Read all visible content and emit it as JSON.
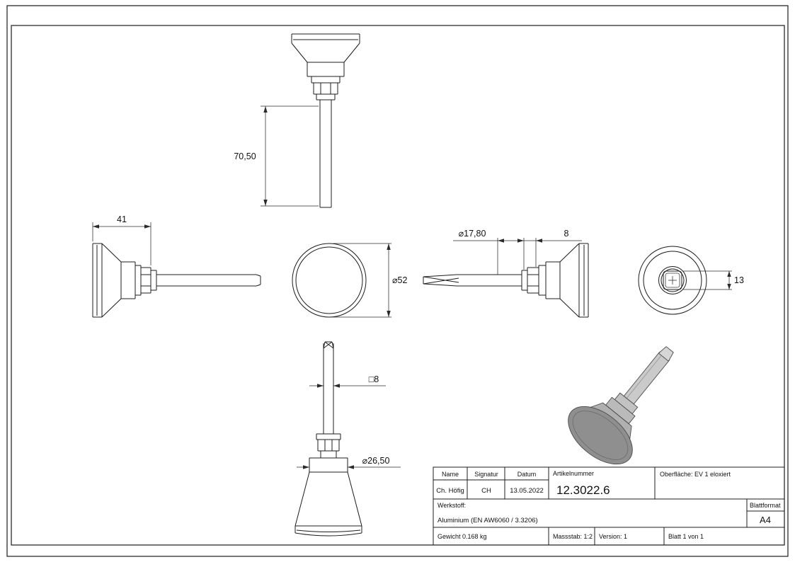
{
  "drawing": {
    "dimensions": {
      "shaft_length": "70,50",
      "head_depth": "41",
      "face_diameter": "⌀52",
      "collar_diameter": "⌀17,80",
      "nut_width": "8",
      "square_drive": "13",
      "shaft_square": "□8",
      "boss_diameter": "⌀26,50"
    },
    "title_block": {
      "name_label": "Name",
      "signatur_label": "Signatur",
      "datum_label": "Datum",
      "name_value": "Ch. Höfig",
      "signatur_value": "CH",
      "datum_value": "13.05.2022",
      "artikelnummer_label": "Artikelnummer",
      "artikelnummer_value": "12.3022.6",
      "oberflaeche": "Oberfläche:  EV 1 eloxiert",
      "werkstoff_label": "Werkstoff:",
      "werkstoff_value": "Aluminium (EN AW6060 / 3.3206)",
      "blattformat_label": "Blattformat",
      "blattformat_value": "A4",
      "gewicht": "Gewicht 0.168 kg",
      "massstab": "Massstab: 1:2",
      "version": "Version: 1",
      "blatt": "Blatt 1 von 1"
    }
  }
}
